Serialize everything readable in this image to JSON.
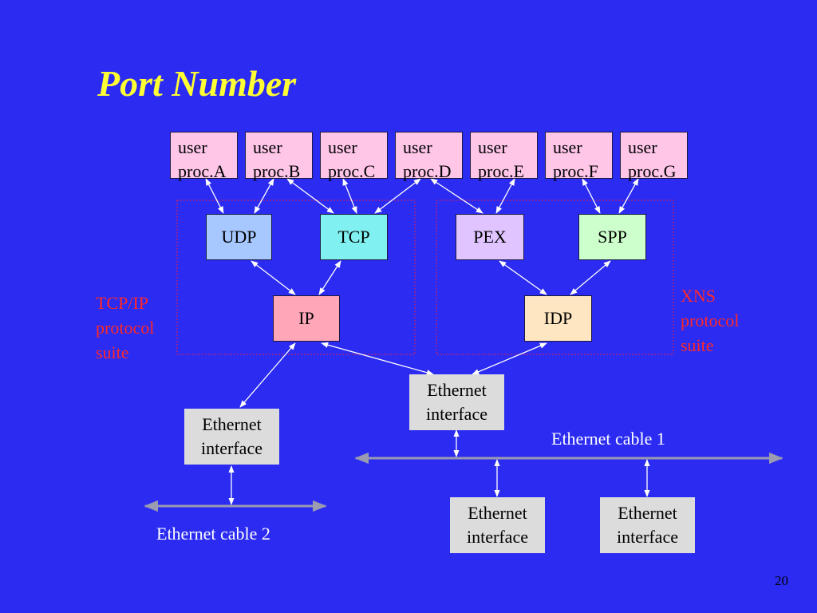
{
  "title": "Port Number",
  "user_processes": [
    {
      "line1": "user",
      "line2": "proc.A"
    },
    {
      "line1": "user",
      "line2": "proc.B"
    },
    {
      "line1": "user",
      "line2": "proc.C"
    },
    {
      "line1": "user",
      "line2": "proc.D"
    },
    {
      "line1": "user",
      "line2": "proc.E"
    },
    {
      "line1": "user",
      "line2": "proc.F"
    },
    {
      "line1": "user",
      "line2": "proc.G"
    }
  ],
  "protocols": {
    "udp": "UDP",
    "tcp": "TCP",
    "ip": "IP",
    "pex": "PEX",
    "spp": "SPP",
    "idp": "IDP"
  },
  "suites": {
    "tcpip": {
      "line1": "TCP/IP",
      "line2": "protocol",
      "line3": "suite"
    },
    "xns": {
      "line1": "XNS",
      "line2": "protocol",
      "line3": "suite"
    }
  },
  "ethernet_interfaces": [
    {
      "line1": "Ethernet",
      "line2": "interface"
    },
    {
      "line1": "Ethernet",
      "line2": "interface"
    },
    {
      "line1": "Ethernet",
      "line2": "interface"
    },
    {
      "line1": "Ethernet",
      "line2": "interface"
    }
  ],
  "cables": {
    "cable1": "Ethernet cable 1",
    "cable2": "Ethernet cable 2"
  },
  "page_number": "20",
  "colors": {
    "background": "#2b2bf2",
    "title": "#ffff33",
    "proc_fill": "#ffc6e8",
    "udp_fill": "#a6c8ff",
    "tcp_fill": "#80f0f0",
    "ip_fill": "#ffa6b8",
    "pex_fill": "#e0c4ff",
    "spp_fill": "#ccffcc",
    "idp_fill": "#ffe6c2",
    "eth_fill": "#dcdcdc",
    "suite_label": "#ff2828",
    "suite_border": "#e02050"
  }
}
